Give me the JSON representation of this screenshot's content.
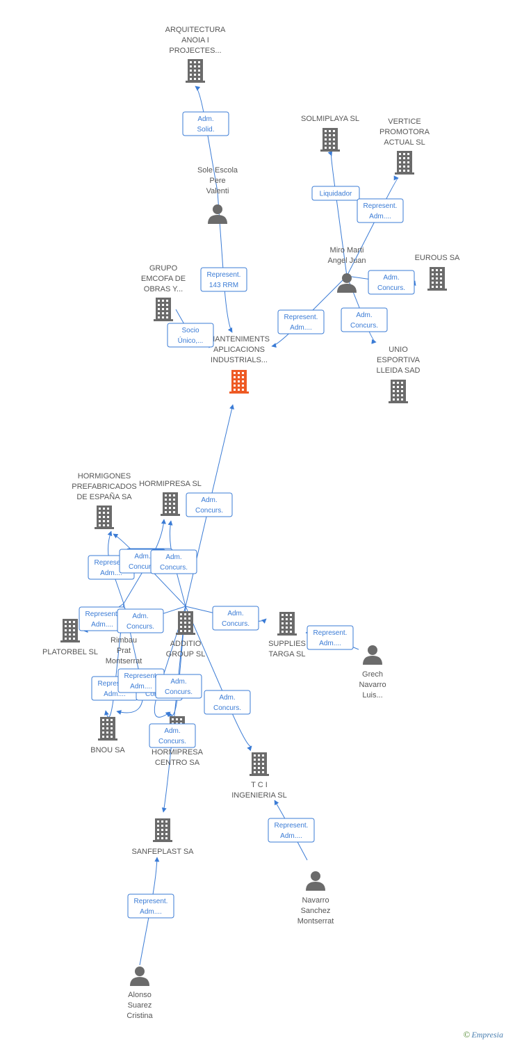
{
  "nodes": [
    {
      "id": "arquitectura",
      "type": "company",
      "lines": [
        "ARQUITECTURA",
        "ANOIA I",
        "PROJECTES..."
      ]
    },
    {
      "id": "sole",
      "type": "person",
      "lines": [
        "Sole Escola",
        "Pere",
        "Valenti"
      ]
    },
    {
      "id": "solmiplaya",
      "type": "company",
      "lines": [
        "SOLMIPLAYA SL"
      ]
    },
    {
      "id": "vertice",
      "type": "company",
      "lines": [
        "VERTICE",
        "PROMOTORA",
        "ACTUAL SL"
      ]
    },
    {
      "id": "miro",
      "type": "person",
      "lines": [
        "Miro Marti",
        "Angel Juan"
      ]
    },
    {
      "id": "eurous",
      "type": "company",
      "lines": [
        "EUROUS SA"
      ]
    },
    {
      "id": "grupo",
      "type": "company",
      "lines": [
        "GRUPO",
        "EMCOFA DE",
        "OBRAS Y..."
      ]
    },
    {
      "id": "main",
      "type": "company",
      "focus": true,
      "lines": [
        "MANTENIMENTS",
        "APLICACIONS",
        "INDUSTRIALS..."
      ]
    },
    {
      "id": "unio",
      "type": "company",
      "lines": [
        "UNIO",
        "ESPORTIVA",
        "LLEIDA SAD"
      ]
    },
    {
      "id": "hormigones",
      "type": "company",
      "lines": [
        "HORMIGONES",
        "PREFABRICADOS",
        "DE ESPAÑA SA"
      ]
    },
    {
      "id": "hormipresa",
      "type": "company",
      "lines": [
        "HORMIPRESA SL"
      ]
    },
    {
      "id": "platorbel",
      "type": "company",
      "lines": [
        "PLATORBEL SL"
      ]
    },
    {
      "id": "rimbau",
      "type": "person",
      "lines": [
        "Rimbau",
        "Prat",
        "Montserrat"
      ]
    },
    {
      "id": "additio",
      "type": "company",
      "lines": [
        "ADDITIO",
        "GROUP SL"
      ]
    },
    {
      "id": "supplies",
      "type": "company",
      "lines": [
        "SUPPLIES",
        "TARGA SL"
      ]
    },
    {
      "id": "grech",
      "type": "person",
      "lines": [
        "Grech",
        "Navarro",
        "Luis..."
      ]
    },
    {
      "id": "bnou",
      "type": "company",
      "lines": [
        "BNOU SA"
      ]
    },
    {
      "id": "hormipresa_centro",
      "type": "company",
      "lines": [
        "HORMIPRESA",
        "CENTRO SA"
      ]
    },
    {
      "id": "tci",
      "type": "company",
      "lines": [
        "T C I",
        "INGENIERIA SL"
      ]
    },
    {
      "id": "sanfeplast",
      "type": "company",
      "lines": [
        "SANFEPLAST SA"
      ]
    },
    {
      "id": "navarro",
      "type": "person",
      "lines": [
        "Navarro",
        "Sanchez",
        "Montserrat"
      ]
    },
    {
      "id": "alonso",
      "type": "person",
      "lines": [
        "Alonso",
        "Suarez",
        "Cristina"
      ]
    }
  ],
  "edges": [
    {
      "from": "sole",
      "to": "arquitectura",
      "label": [
        "Adm.",
        "Solid."
      ]
    },
    {
      "from": "sole",
      "to": "main",
      "label": [
        "Represent.",
        "143 RRM"
      ]
    },
    {
      "from": "grupo",
      "to": "main",
      "label": [
        "Socio",
        "Único,..."
      ]
    },
    {
      "from": "miro",
      "to": "solmiplaya",
      "label": [
        "Liquidador"
      ]
    },
    {
      "from": "miro",
      "to": "vertice",
      "label": [
        "Represent.",
        "Adm...."
      ]
    },
    {
      "from": "miro",
      "to": "eurous",
      "label": [
        "Adm.",
        "Concurs."
      ]
    },
    {
      "from": "miro",
      "to": "main",
      "label": [
        "Represent.",
        "Adm...."
      ]
    },
    {
      "from": "miro",
      "to": "unio",
      "label": [
        "Adm.",
        "Concurs."
      ]
    },
    {
      "from": "additio",
      "to": "main",
      "label": [
        "Adm.",
        "Concurs."
      ]
    },
    {
      "from": "rimbau",
      "to": "hormigones",
      "label": [
        "Represent.",
        "Adm...."
      ]
    },
    {
      "from": "rimbau",
      "to": "hormipresa",
      "label": [
        "Represent.",
        "Adm...."
      ]
    },
    {
      "from": "additio",
      "to": "hormigones",
      "label": [
        "Adm.",
        "Concurs."
      ]
    },
    {
      "from": "additio",
      "to": "hormipresa",
      "label": [
        "Adm.",
        "Concurs."
      ]
    },
    {
      "from": "rimbau",
      "to": "platorbel",
      "label": [
        "Represent.",
        "Adm...."
      ]
    },
    {
      "from": "additio",
      "to": "platorbel",
      "label": [
        "Adm.",
        "Concurs."
      ]
    },
    {
      "from": "additio",
      "to": "supplies",
      "label": [
        "Adm.",
        "Concurs."
      ]
    },
    {
      "from": "grech",
      "to": "supplies",
      "label": [
        "Represent.",
        "Adm...."
      ]
    },
    {
      "from": "rimbau",
      "to": "bnou",
      "label": [
        "Represent.",
        "Adm...."
      ]
    },
    {
      "from": "additio",
      "to": "bnou",
      "label": [
        "Adm.",
        "Concurs."
      ]
    },
    {
      "from": "rimbau",
      "to": "hormipresa_centro",
      "label": [
        "Represent.",
        "Adm...."
      ]
    },
    {
      "from": "additio",
      "to": "hormipresa_centro",
      "label": [
        "Adm.",
        "Concurs."
      ]
    },
    {
      "from": "additio",
      "to": "sanfeplast",
      "label": [
        "Adm.",
        "Concurs."
      ]
    },
    {
      "from": "additio",
      "to": "tci",
      "label": [
        "Adm.",
        "Concurs."
      ]
    },
    {
      "from": "navarro",
      "to": "tci",
      "label": [
        "Represent.",
        "Adm...."
      ]
    },
    {
      "from": "alonso",
      "to": "sanfeplast",
      "label": [
        "Represent.",
        "Adm...."
      ]
    }
  ],
  "brand": {
    "symbol": "©",
    "name": "Empresia"
  },
  "colors": {
    "edge": "#3a7bd5",
    "icon": "#6b6b6b",
    "focus": "#ee5a24"
  }
}
